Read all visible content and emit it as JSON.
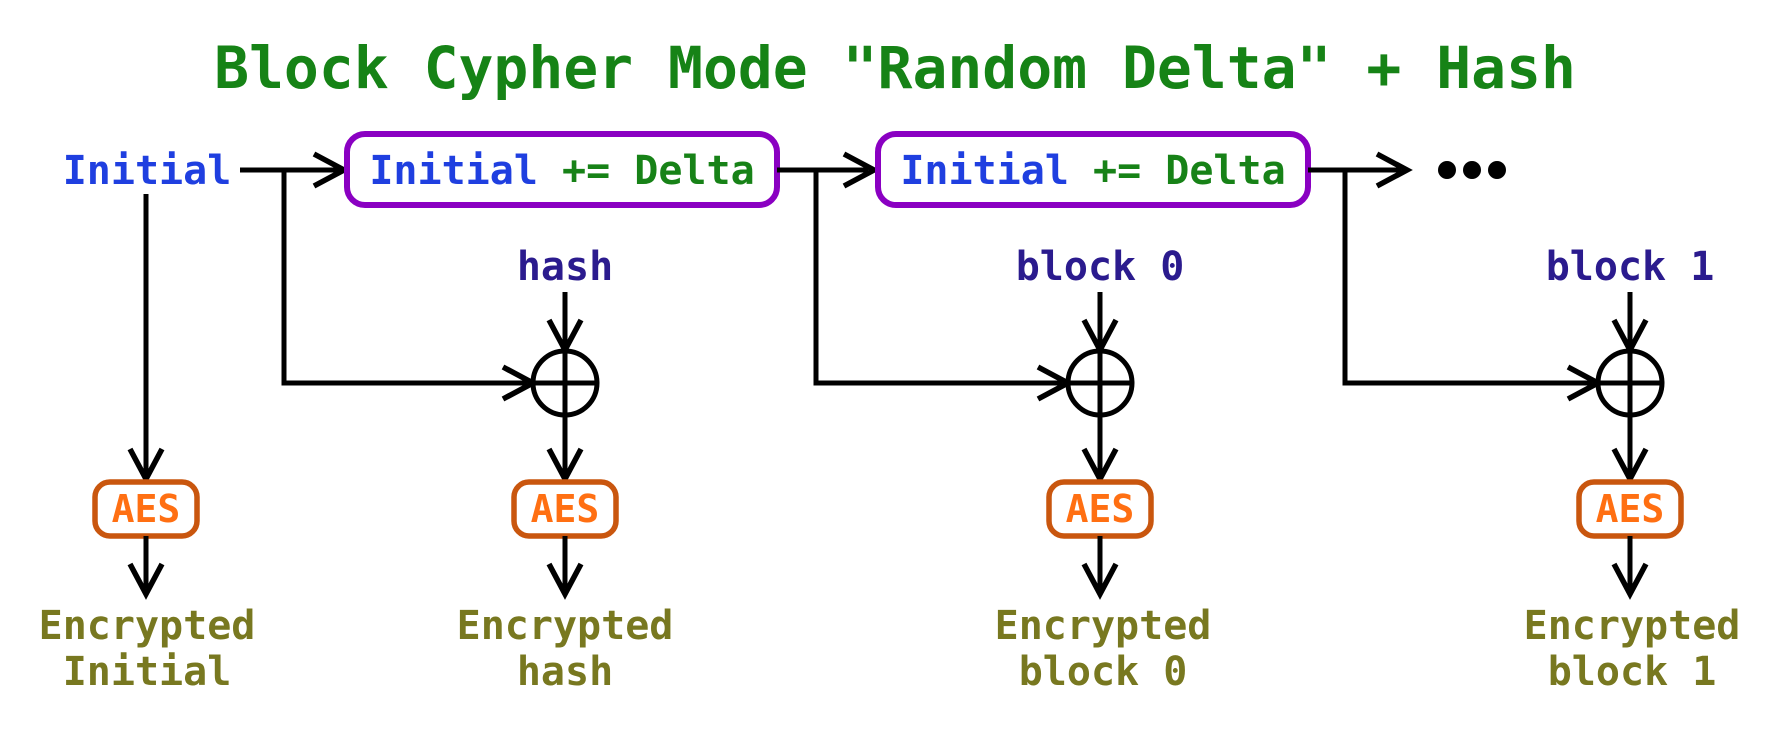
{
  "title": "Block Cypher Mode \"Random Delta\" + Hash",
  "colors": {
    "title_green": "#168316",
    "initial_blue": "#1f3fe0",
    "delta_green": "#178217",
    "update_box_purple": "#8a00c2",
    "input_label_navy": "#2b1b8e",
    "aes_border_orange": "#c9560e",
    "aes_text_orange": "#ff6f12",
    "output_label_olive": "#787820",
    "wire_black": "#000000"
  },
  "icons": {
    "xor": "xor-circle-plus",
    "continuation": "ellipsis-dots",
    "arrow": "open-arrowhead"
  },
  "diagram": {
    "initial_label": "Initial",
    "update_boxes": [
      {
        "lhs": "Initial",
        "rhs": " += Delta"
      },
      {
        "lhs": "Initial",
        "rhs": " += Delta"
      }
    ],
    "columns": [
      {
        "id": "initial",
        "input_label": "",
        "aes_label": "AES",
        "output_line1": "Encrypted",
        "output_line2": "Initial"
      },
      {
        "id": "hash",
        "input_label": "hash",
        "aes_label": "AES",
        "output_line1": "Encrypted",
        "output_line2": "hash"
      },
      {
        "id": "block0",
        "input_label": "block 0",
        "aes_label": "AES",
        "output_line1": "Encrypted",
        "output_line2": "block 0"
      },
      {
        "id": "block1",
        "input_label": "block 1",
        "aes_label": "AES",
        "output_line1": "Encrypted",
        "output_line2": "block 1"
      }
    ]
  }
}
